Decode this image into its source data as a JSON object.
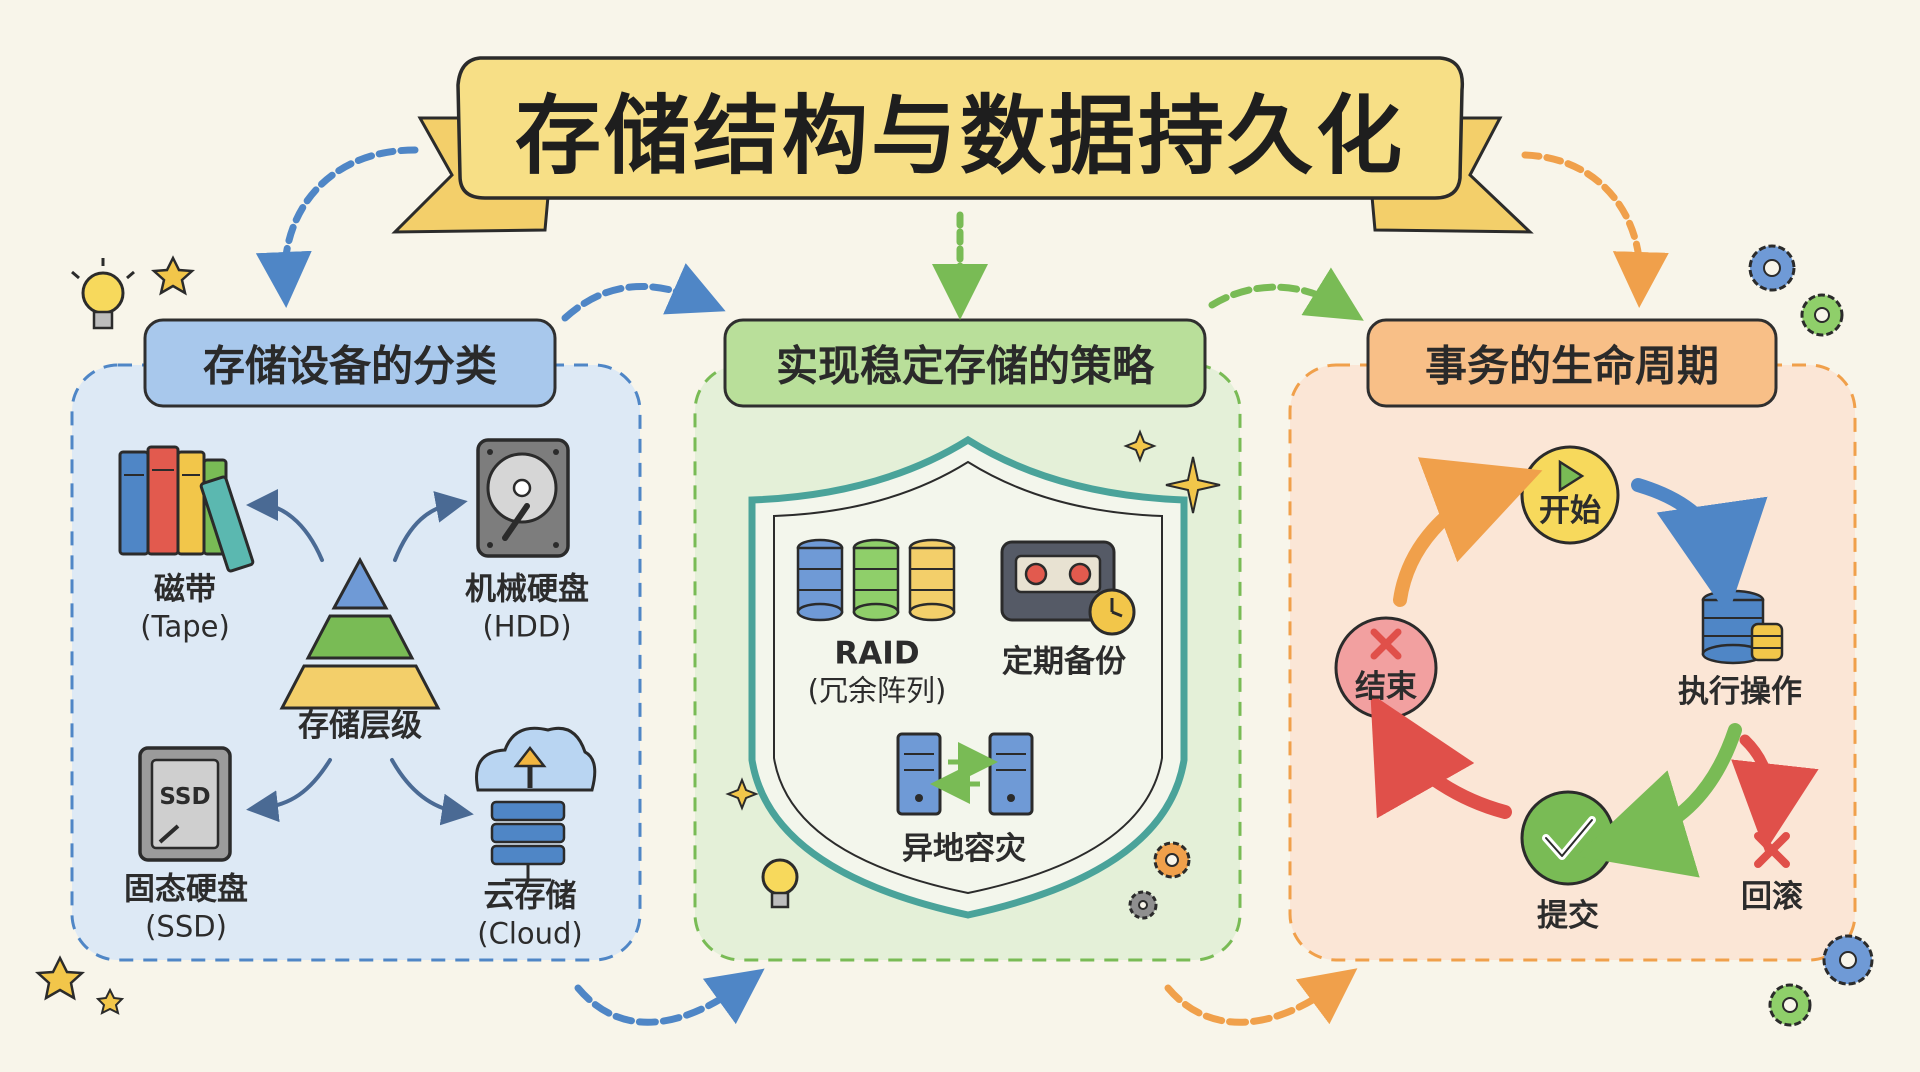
{
  "title": "存储结构与数据持久化",
  "sections": [
    {
      "title": "存储设备的分类",
      "center": "存储层级",
      "items": [
        {
          "name": "磁带",
          "sub": "(Tape)"
        },
        {
          "name": "机械硬盘",
          "sub": "(HDD)"
        },
        {
          "name": "固态硬盘",
          "sub": "(SSD)",
          "icon_text": "SSD"
        },
        {
          "name": "云存储",
          "sub": "(Cloud)"
        }
      ]
    },
    {
      "title": "实现稳定存储的策略",
      "items": [
        {
          "name": "RAID",
          "sub": "(冗余阵列)"
        },
        {
          "name": "定期备份"
        },
        {
          "name": "异地容灾"
        }
      ]
    },
    {
      "title": "事务的生命周期",
      "steps": [
        "开始",
        "执行操作",
        "提交",
        "结束"
      ],
      "rollback": "回滚"
    }
  ],
  "colors": {
    "banner": "#f7df86",
    "blue_panel": "#dde9f5",
    "green_panel": "#e4f0d8",
    "orange_panel": "#fbe6d6",
    "blue_accent": "#4f86c6",
    "green_accent": "#79bb55",
    "orange_accent": "#f0a04b",
    "red_accent": "#e0504a"
  }
}
